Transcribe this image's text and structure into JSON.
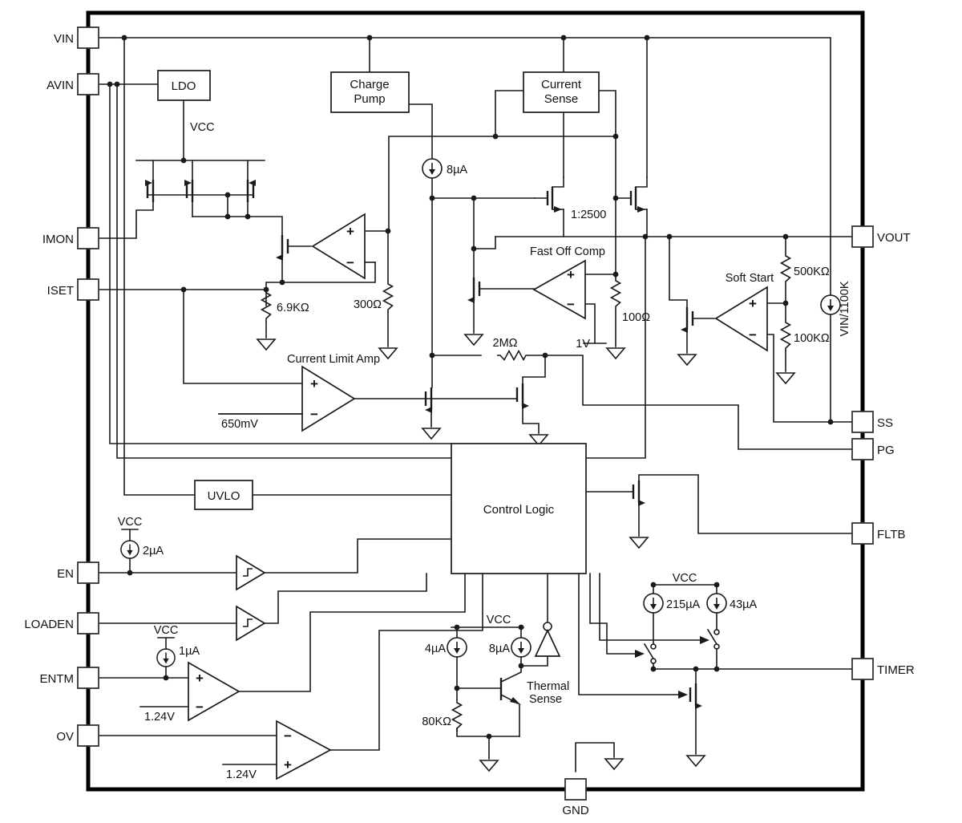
{
  "diagram_type": "ic-functional-block-diagram",
  "colors": {
    "line": "#1a1a1a",
    "background": "#ffffff"
  },
  "pins": {
    "left": [
      "VIN",
      "AVIN",
      "IMON",
      "ISET",
      "EN",
      "LOADEN",
      "ENTM",
      "OV"
    ],
    "right": [
      "VOUT",
      "SS",
      "PG",
      "FLTB",
      "TIMER"
    ],
    "bottom": [
      "GND"
    ]
  },
  "labels": {
    "vin": "VIN",
    "avin": "AVIN",
    "imon": "IMON",
    "iset": "ISET",
    "en": "EN",
    "loaden": "LOADEN",
    "entm": "ENTM",
    "ov": "OV",
    "vout": "VOUT",
    "ss": "SS",
    "pg": "PG",
    "fltb": "FLTB",
    "timer": "TIMER",
    "gnd": "GND",
    "ldo": "LDO",
    "charge1": "Charge",
    "charge2": "Pump",
    "cs1": "Current",
    "cs2": "Sense",
    "uvlo": "UVLO",
    "control_logic": "Control Logic",
    "vcc_ldo": "VCC",
    "vcc_en": "VCC",
    "vcc_entm": "VCC",
    "vcc_thermal": "VCC",
    "vcc_timer": "VCC",
    "i8u_top": "8µA",
    "ratio": "1:2500",
    "fastoff": "Fast Off Comp",
    "softstart": "Soft Start",
    "r500k": "500KΩ",
    "vin1100k": "VIN/1100K",
    "r100k": "100KΩ",
    "r69k": "6.9KΩ",
    "r300": "300Ω",
    "r100": "100Ω",
    "v1": "1V",
    "r2m": "2MΩ",
    "cla": "Current Limit Amp",
    "mv650": "650mV",
    "i2u": "2µA",
    "i1u": "1µA",
    "v124a": "1.24V",
    "v124b": "1.24V",
    "i4u": "4µA",
    "i8u_b": "8µA",
    "r80k": "80KΩ",
    "thermal1": "Thermal",
    "thermal2": "Sense",
    "i215u": "215µA",
    "i43u": "43µA",
    "plus": "+",
    "minus": "−"
  }
}
